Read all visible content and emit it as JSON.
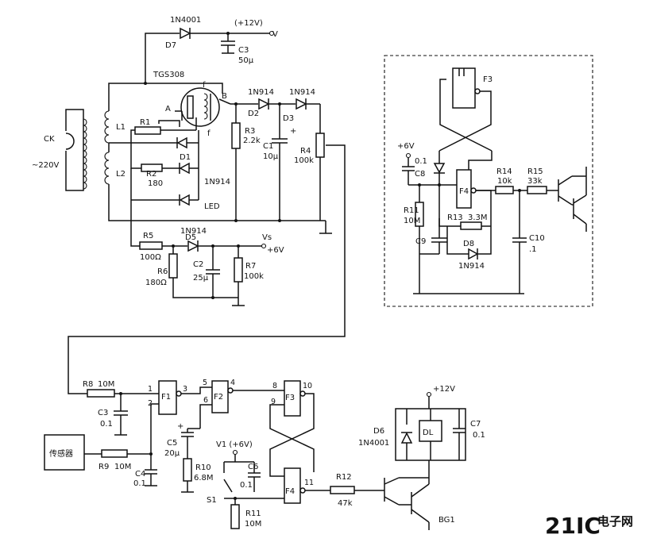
{
  "labels": {
    "d7_type": "1N4001",
    "d7": "D7",
    "plus12v_top": "(+12V)",
    "v_top": "V",
    "c3_top": "C3",
    "c3_top_val": "50μ",
    "tgs": "TGS308",
    "f_top": "f",
    "f_bot": "f",
    "a": "A",
    "b": "B",
    "ck": "CK",
    "ac220": "~220V",
    "l1": "L1",
    "l2": "L2",
    "r1": "R1",
    "r2": "R2",
    "r2_val": "180",
    "d1": "D1",
    "d1_type": "1N914",
    "led": "LED",
    "d2_type": "1N914",
    "d2": "D2",
    "d3_type": "1N914",
    "d3": "D3",
    "r3": "R3",
    "r3_val": "2.2k",
    "c1": "C1",
    "c1_val": "10μ",
    "plus": "+",
    "r4": "R4",
    "r4_val": "100k",
    "d5_type": "1N914",
    "r5": "R5",
    "d5": "D5",
    "vs": "Vs",
    "plus6v_mid": "+6V",
    "r5_val": "100Ω",
    "c2": "C2",
    "c2_val": "25μ",
    "r6": "R6",
    "r6_val": "180Ω",
    "r7": "R7",
    "r7_val": "100k",
    "f3_box": "F3",
    "plus6v_box": "+6V",
    "c8_val": "0.1",
    "c8": "C8",
    "f4_box": "F4",
    "r14": "R14",
    "r14_val": "10k",
    "r15": "R15",
    "r15_val": "33k",
    "r11_box": "R11",
    "r11_box_val": "10M",
    "r13": "R13",
    "r13_val": "3.3M",
    "c9": "C9",
    "d8": "D8",
    "d8_type": "1N914",
    "c10": "C10",
    "c10_val": ".1",
    "r8": "R8",
    "r8_val": "10M",
    "pin1": "1",
    "pin2": "2",
    "pin3": "3",
    "pin4": "4",
    "pin5": "5",
    "pin6": "6",
    "pin8": "8",
    "pin9": "9",
    "pin10": "10",
    "pin11": "11",
    "f1": "F1",
    "f2": "F2",
    "f3": "F3",
    "f4": "F4",
    "c3b": "C3",
    "c3b_val": "0.1",
    "sensor": "传感器",
    "r9": "R9",
    "r9_val": "10M",
    "c4": "C4",
    "c4_val": "0.1",
    "c5": "C5",
    "c5_val": "20μ",
    "c5_plus": "+",
    "r10": "R10",
    "r10_val": "6.8M",
    "v1": "V1 (+6V)",
    "c6": "C6",
    "c6_val": "0.1",
    "s1": "S1",
    "r11": "R11",
    "r11_val": "10M",
    "r12": "R12",
    "r12_val": "47k",
    "plus12v_bot": "+12V",
    "d6": "D6",
    "d6_type": "1N4001",
    "dl": "DL",
    "c7": "C7",
    "c7_val": "0.1",
    "bg1": "BG1"
  },
  "watermark": {
    "main": "21IC",
    "sub": "电子网",
    "color": "#e8317a"
  }
}
